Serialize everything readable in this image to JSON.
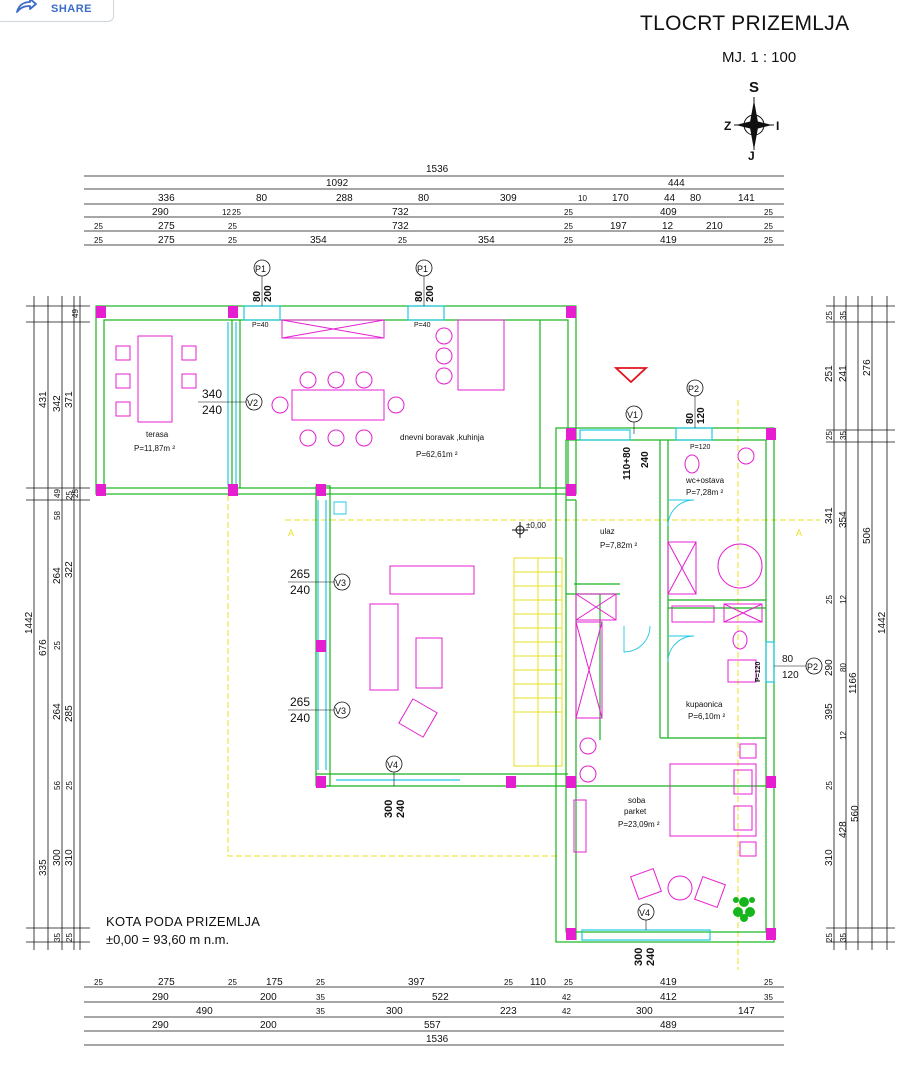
{
  "share": {
    "label": "SHARE"
  },
  "header": {
    "title": "TLOCRT PRIZEMLJA",
    "scale": "MJ. 1 : 100"
  },
  "compass": {
    "n": "S",
    "w": "Z",
    "e": "I",
    "s": "J"
  },
  "footer_note": {
    "line1": "KOTA PODA PRIZEMLJA",
    "line2": "±0,00 = 93,60 m n.m."
  },
  "rooms": [
    {
      "name": "terasa",
      "area": "P=11,87m ²"
    },
    {
      "name": "dnevni boravak ,kuhinja",
      "area": "P=62,61m ²"
    },
    {
      "name": "ulaz",
      "area": "P=7,82m ²"
    },
    {
      "name": "wc+ostava",
      "area": "P=7,28m ²"
    },
    {
      "name": "kupaonica",
      "area": "P=6,10m ²"
    },
    {
      "name": "soba",
      "sub": "parket",
      "area": "P=23,09m ²"
    }
  ],
  "level_mark": "±0,00",
  "section_mark": "A",
  "openings": [
    {
      "tag": "P1",
      "w": "80",
      "h": "200",
      "sill": "P=40"
    },
    {
      "tag": "P1",
      "w": "80",
      "h": "200",
      "sill": "P=40"
    },
    {
      "tag": "P2",
      "w": "80",
      "h": "120",
      "sill": "P=120"
    },
    {
      "tag": "P2",
      "w": "80",
      "h": "120",
      "sill": "P=120"
    },
    {
      "tag": "V1",
      "w": "110+80",
      "h": "240"
    },
    {
      "tag": "V2",
      "w": "340",
      "h": "240"
    },
    {
      "tag": "V3",
      "w": "265",
      "h": "240"
    },
    {
      "tag": "V3",
      "w": "265",
      "h": "240"
    },
    {
      "tag": "V4",
      "w": "300",
      "h": "240"
    },
    {
      "tag": "V4",
      "w": "300",
      "h": "240"
    }
  ],
  "dims": {
    "top": {
      "row1": [
        "1536"
      ],
      "row2": [
        "1092",
        "444"
      ],
      "row3": [
        "336",
        "80",
        "288",
        "80",
        "309",
        "10",
        "170",
        "44",
        "80",
        "141"
      ],
      "row4": [
        "290",
        "12",
        "25",
        "732",
        "25",
        "409",
        "25"
      ],
      "row5": [
        "25",
        "275",
        "25",
        "732",
        "25",
        "197",
        "12",
        "210",
        "25"
      ],
      "row6": [
        "25",
        "275",
        "25",
        "354",
        "25",
        "354",
        "25",
        "419",
        "25"
      ]
    },
    "bottom": {
      "row1": [
        "25",
        "275",
        "25",
        "175",
        "25",
        "397",
        "25",
        "110",
        "25",
        "419",
        "25"
      ],
      "row2": [
        "290",
        "200",
        "35",
        "522",
        "42",
        "412",
        "35"
      ],
      "row3": [
        "490",
        "35",
        "300",
        "223",
        "42",
        "300",
        "147"
      ],
      "row4": [
        "290",
        "200",
        "557",
        "489"
      ],
      "row5": [
        "1536"
      ]
    },
    "left": {
      "outer": [
        "1442"
      ],
      "mid": [
        "431",
        "676",
        "335"
      ],
      "inner1": [
        "342",
        "49",
        "58",
        "264",
        "25",
        "264",
        "56",
        "300",
        "35"
      ],
      "inner2": [
        "371",
        "25",
        "322",
        "285",
        "25",
        "310",
        "25"
      ],
      "inner3": [
        "49",
        "25"
      ]
    },
    "right": {
      "outer": [
        "1442"
      ],
      "mid": [
        "276",
        "506",
        "1166"
      ],
      "inner1": [
        "251",
        "25",
        "341",
        "25",
        "290",
        "395",
        "25",
        "428",
        "310",
        "25"
      ],
      "inner2": [
        "241",
        "35",
        "354",
        "12",
        "80",
        "12",
        "560",
        "35"
      ],
      "inner3": [
        "25",
        "35"
      ]
    }
  },
  "colors": {
    "wall": "#17b51d",
    "window": "#1fc8e6",
    "furniture": "#e51fd0",
    "dim": "#111111",
    "yellow": "#e8e020",
    "red": "#e0141e",
    "accent": "#3b6cc9"
  }
}
